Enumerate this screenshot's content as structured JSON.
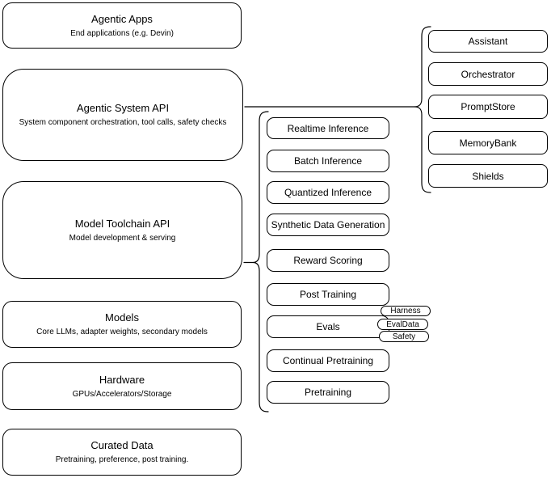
{
  "canvas": {
    "background": "#ffffff",
    "stroke_color": "#000000",
    "text_color": "#000000"
  },
  "layers": [
    {
      "title": "Agentic Apps",
      "subtitle": "End applications (e.g. Devin)"
    },
    {
      "title": "Agentic System API",
      "subtitle": "System component orchestration, tool calls, safety checks"
    },
    {
      "title": "Model Toolchain API",
      "subtitle": "Model development & serving"
    },
    {
      "title": "Models",
      "subtitle": "Core LLMs, adapter weights, secondary models"
    },
    {
      "title": "Hardware",
      "subtitle": "GPUs/Accelerators/Storage"
    },
    {
      "title": "Curated Data",
      "subtitle": "Pretraining, preference, post training."
    }
  ],
  "toolchain_items": [
    "Realtime Inference",
    "Batch Inference",
    "Quantized Inference",
    "Synthetic Data Generation",
    "Reward Scoring",
    "Post Training",
    "Evals",
    "Continual Pretraining",
    "Pretraining"
  ],
  "eval_tags": [
    "Harness",
    "EvalData",
    "Safety"
  ],
  "system_components": [
    "Assistant",
    "Orchestrator",
    "PromptStore",
    "MemoryBank",
    "Shields"
  ]
}
